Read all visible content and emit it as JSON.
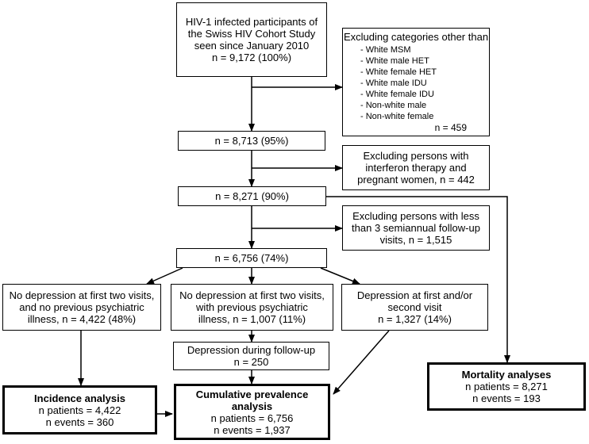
{
  "boxes": {
    "start": [
      "HIV-1 infected participants of",
      "the Swiss HIV Cohort Study",
      "seen since January 2010",
      "n = 9,172 (100%)"
    ],
    "excl_categories": {
      "head": "Excluding categories other than",
      "items": [
        "- White MSM",
        "- White male HET",
        "- White female HET",
        "- White male IDU",
        "- White female IDU",
        "- Non-white male",
        "- Non-white female"
      ],
      "total": "n = 459"
    },
    "n2": "n = 8,713 (95%)",
    "excl_interferon": [
      "Excluding persons with",
      "interferon therapy and",
      "pregnant women, n = 442"
    ],
    "n3": "n = 8,271 (90%)",
    "excl_followup": [
      "Excluding persons with less",
      "than 3 semiannual follow-up",
      "visits, n = 1,515"
    ],
    "n4": "n = 6,756 (74%)",
    "no_dep_no_hist": [
      "No depression at first two visits,",
      "and no previous psychiatric",
      "illness, n = 4,422 (48%)"
    ],
    "no_dep_hist": [
      "No depression at first two visits,",
      "with previous psychiatric",
      "illness, n = 1,007 (11%)"
    ],
    "dep_first": [
      "Depression at first and/or",
      "second visit",
      "n = 1,327 (14%)"
    ],
    "dep_followup": [
      "Depression during follow-up",
      "n = 250"
    ],
    "incidence": {
      "title": "Incidence analysis",
      "lines": [
        "n patients = 4,422",
        "n events = 360"
      ]
    },
    "prevalence": {
      "title": [
        "Cumulative prevalence",
        "analysis"
      ],
      "lines": [
        "n patients = 6,756",
        "n events = 1,937"
      ]
    },
    "mortality": {
      "title": "Mortality analyses",
      "lines": [
        "n patients = 8,271",
        "n events = 193"
      ]
    }
  }
}
